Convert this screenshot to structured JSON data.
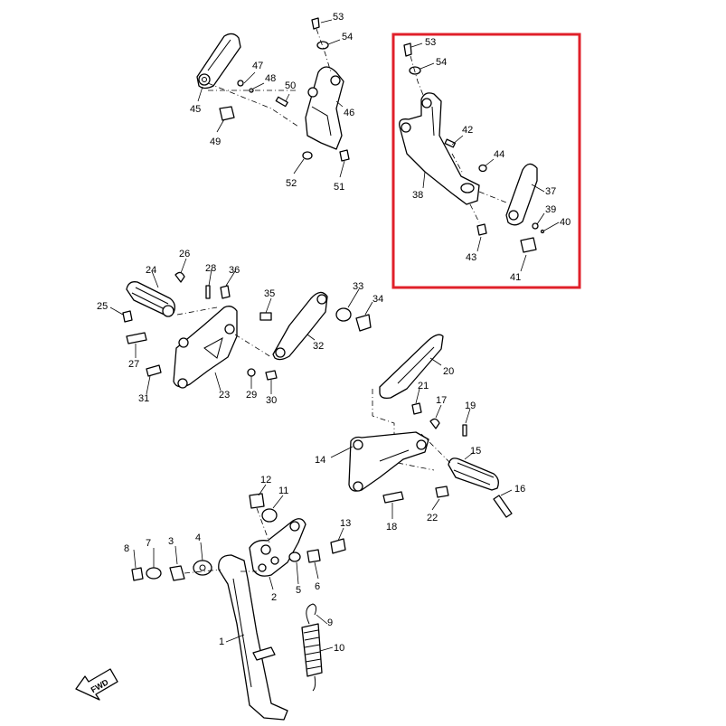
{
  "diagram": {
    "highlight_color": "#e0202a",
    "line_color": "#000000",
    "background": "#ffffff",
    "fwd_label": "FWD",
    "callouts": [
      "1",
      "2",
      "3",
      "4",
      "5",
      "6",
      "7",
      "8",
      "9",
      "10",
      "11",
      "12",
      "13",
      "14",
      "15",
      "16",
      "17",
      "18",
      "19",
      "20",
      "21",
      "22",
      "23",
      "24",
      "25",
      "26",
      "27",
      "28",
      "29",
      "30",
      "31",
      "32",
      "33",
      "34",
      "35",
      "36",
      "37",
      "38",
      "39",
      "40",
      "41",
      "42",
      "43",
      "44",
      "45",
      "46",
      "47",
      "48",
      "49",
      "50",
      "51",
      "52",
      "53",
      "54",
      "53",
      "54"
    ]
  }
}
